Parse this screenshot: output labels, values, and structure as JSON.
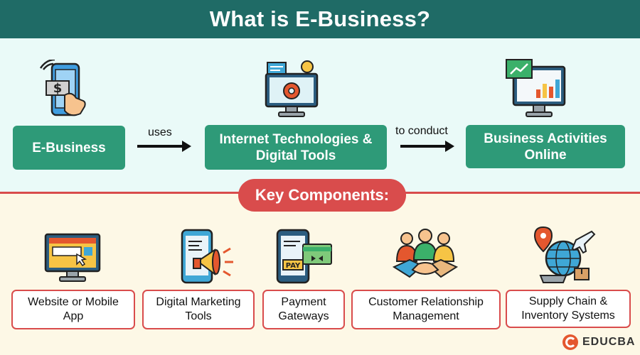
{
  "title": "What is E-Business?",
  "flow": {
    "boxes": [
      "E-Business",
      "Internet Technologies & Digital Tools",
      "Business Activities Online"
    ],
    "arrows": [
      "uses",
      "to conduct"
    ]
  },
  "key_components_label": "Key Components:",
  "components": [
    "Website or Mobile App",
    "Digital Marketing Tools",
    "Payment Gateways",
    "Customer Relationship Management",
    "Supply Chain & Inventory Systems"
  ],
  "icons": {
    "flow": [
      "mobile-payment-icon",
      "computer-settings-icon",
      "analytics-monitor-icon"
    ],
    "components": [
      "website-monitor-icon",
      "marketing-phone-megaphone-icon",
      "payment-phone-card-icon",
      "handshake-people-icon",
      "global-logistics-icon"
    ]
  },
  "pay_label": "PAY",
  "brand": "EDUCBA",
  "colors": {
    "teal": "#1f6b66",
    "green": "#2e9a78",
    "red": "#d94c4c",
    "upper_bg": "#eafaf8",
    "lower_bg": "#fdf8e6"
  }
}
